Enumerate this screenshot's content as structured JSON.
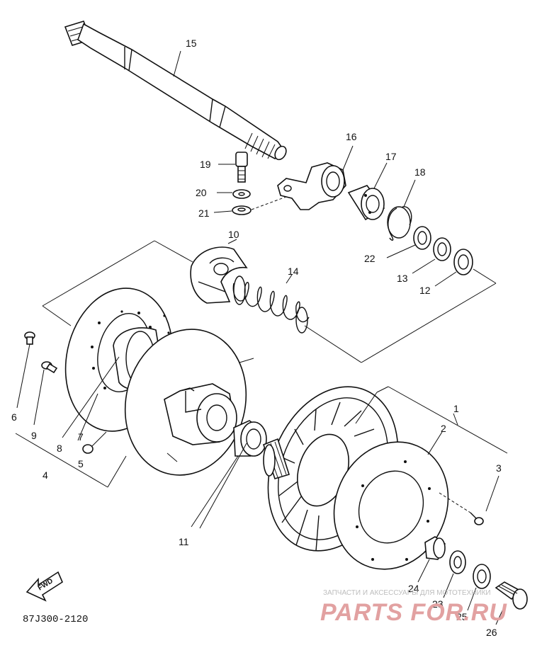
{
  "diagram": {
    "code": "87J300-2120",
    "fwd_label": "FWD",
    "watermark_text": "ЗАПЧАСТИ И АКСЕССУАРЫ ДЛЯ МОТОТЕХНИКИ",
    "watermark_logo": "PARTS FOR.RU",
    "callouts": {
      "p1": "1",
      "p2": "2",
      "p3": "3",
      "p4": "4",
      "p5": "5",
      "p6": "6",
      "p7": "7",
      "p8": "8",
      "p9": "9",
      "p10": "10",
      "p11": "11",
      "p12": "12",
      "p13": "13",
      "p14": "14",
      "p15": "15",
      "p16": "16",
      "p17": "17",
      "p18": "18",
      "p19": "19",
      "p20": "20",
      "p21": "21",
      "p22": "22",
      "p23": "23",
      "p24": "24",
      "p25": "25",
      "p26": "26"
    }
  }
}
